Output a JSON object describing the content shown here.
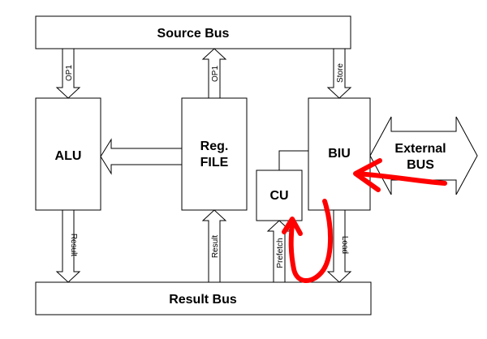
{
  "colors": {
    "line": "#000000",
    "fill": "#ffffff",
    "annotation": "#ff0000"
  },
  "diagram": {
    "source_bus": "Source Bus",
    "result_bus": "Result Bus",
    "alu": "ALU",
    "reg_file_line1": "Reg.",
    "reg_file_line2": "FILE",
    "biu": "BIU",
    "cu": "CU",
    "external_bus_line1": "External",
    "external_bus_line2": "BUS",
    "arrows": {
      "op1_to_alu": "OP1",
      "op1_from_reg": "OP1",
      "store": "Store",
      "alu_result": "Result",
      "reg_result": "Result",
      "prefetch": "Prefetch",
      "load": "Load"
    }
  }
}
